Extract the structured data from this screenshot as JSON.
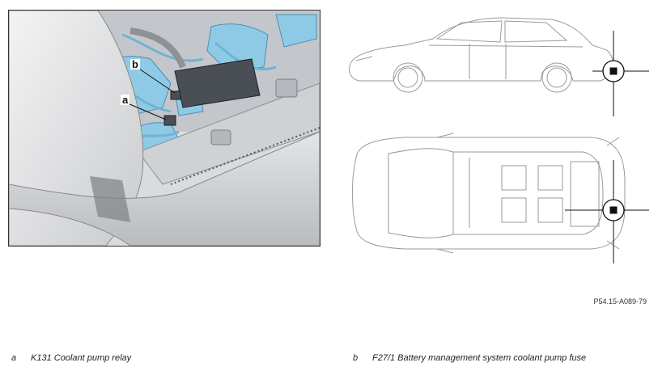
{
  "photo": {
    "callout_a": "a",
    "callout_b": "b"
  },
  "figure_id": "P54.15-A089-79",
  "legend": [
    {
      "key": "a",
      "text": "K131 Coolant pump relay"
    },
    {
      "key": "b",
      "text": "F27/1 Battery management system coolant pump fuse"
    }
  ],
  "colors": {
    "highlight_blue": "#8ecae6",
    "line_gray": "#9a9a9a",
    "frame": "#333333",
    "marker": "#111111"
  }
}
